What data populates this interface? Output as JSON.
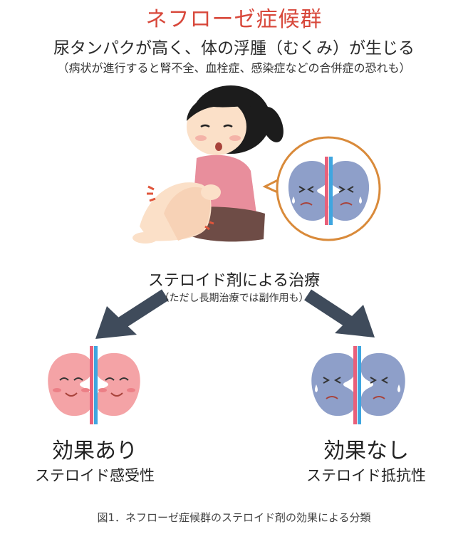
{
  "header": {
    "title": "ネフローゼ症候群",
    "subtitle": "尿タンパクが高く、体の浮腫（むくみ）が生じる",
    "note": "（病状が進行すると腎不全、血栓症、感染症などの合併症の恐れも）"
  },
  "treatment": {
    "label": "ステロイド剤による治療",
    "note": "（ただし長期治療では副作用も）"
  },
  "outcomes": {
    "effective": {
      "label": "効果あり",
      "sub": "ステロイド感受性"
    },
    "ineffective": {
      "label": "効果なし",
      "sub": "ステロイド抵抗性"
    }
  },
  "caption": "図1．ネフローゼ症候群のステロイド剤の効果による分類",
  "colors": {
    "title_red": "#d8483b",
    "arrow": "#3f4b5b",
    "kidney_healthy": "#f4a3a6",
    "kidney_sick": "#8e9fc9",
    "vessel_red": "#e9607a",
    "vessel_blue": "#3fa6e0",
    "bubble_border": "#d98a3a"
  },
  "icons": [
    "girl-figure-icon",
    "sick-kidney-icon",
    "healthy-kidney-icon",
    "arrow-down-left-icon",
    "arrow-down-right-icon"
  ]
}
